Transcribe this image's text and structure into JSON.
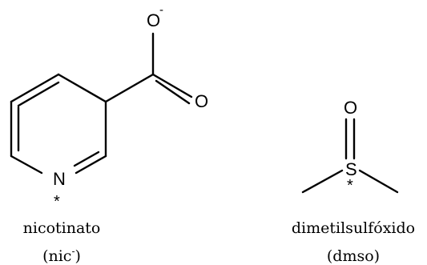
{
  "nicotinate": {
    "atom_o_carboxylate": "O",
    "atom_o_carbonyl": "O",
    "charge_o": "-",
    "atom_n": "N",
    "marker": "*",
    "name": "nicotinato",
    "abbr_open": "(nic",
    "abbr_charge": "-",
    "abbr_close": ")"
  },
  "dmso": {
    "atom_o": "O",
    "atom_s": "S",
    "marker": "*",
    "name": "dimetilsulfóxido",
    "abbr": "(dmso)"
  },
  "colors": {
    "ink": "#000000",
    "background": "#ffffff"
  }
}
